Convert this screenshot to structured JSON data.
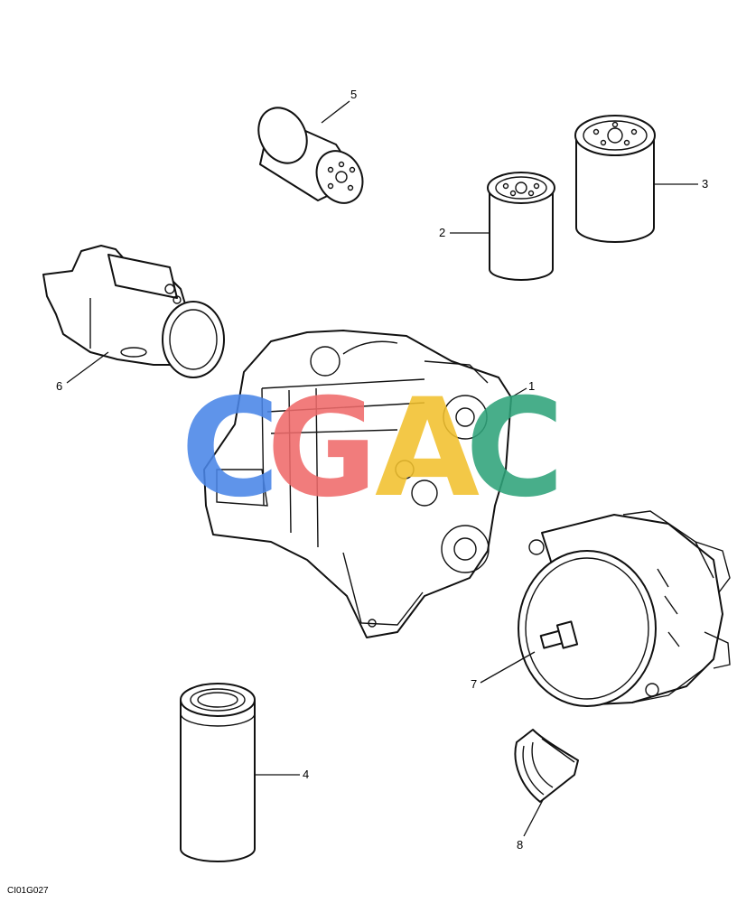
{
  "figure_code": "CI01G027",
  "callouts": [
    {
      "id": "1",
      "part": "engine"
    },
    {
      "id": "2",
      "part": "filter-small"
    },
    {
      "id": "3",
      "part": "filter-large"
    },
    {
      "id": "4",
      "part": "filter-tall"
    },
    {
      "id": "5",
      "part": "filter-top"
    },
    {
      "id": "6",
      "part": "starter-motor"
    },
    {
      "id": "7",
      "part": "alternator"
    },
    {
      "id": "8",
      "part": "belt"
    }
  ],
  "watermark": {
    "text": "CGAC",
    "letters": [
      {
        "char": "C",
        "color": "#4a86e8"
      },
      {
        "char": "G",
        "color": "#f06b6b"
      },
      {
        "char": "A",
        "color": "#f2c12e"
      },
      {
        "char": "C",
        "color": "#2fa37a"
      }
    ]
  }
}
